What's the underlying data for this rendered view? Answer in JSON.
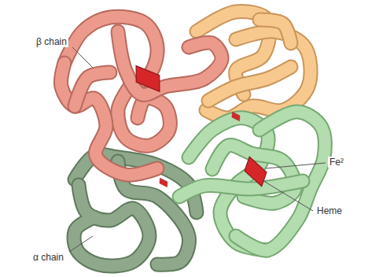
{
  "diagram": {
    "labels": [
      "β chain",
      "Fe²",
      "Heme",
      "α chain"
    ]
  }
}
